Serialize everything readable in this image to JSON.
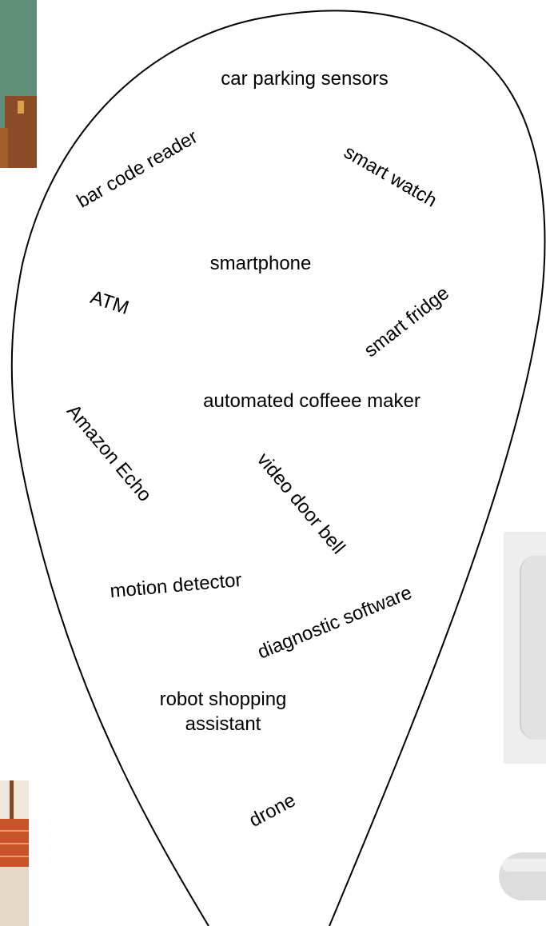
{
  "colors": {
    "outline": "#000000",
    "text": "#000000",
    "background": "#ffffff"
  },
  "terms": {
    "car_parking_sensors": "car parking sensors",
    "bar_code_reader": "bar code  reader",
    "smart_watch": "smart watch",
    "smartphone": "smartphone",
    "atm": "ATM",
    "smart_fridge": "smart fridge",
    "automated_coffee_maker": "automated coffeee maker",
    "amazon_echo": "Amazon Echo",
    "video_door_bell": "video door bell",
    "motion_detector": "motion detector",
    "diagnostic_software": "diagnostic software",
    "robot_shopping_assistant_line1": "robot shopping",
    "robot_shopping_assistant_line2": "assistant",
    "drone": "drone"
  }
}
